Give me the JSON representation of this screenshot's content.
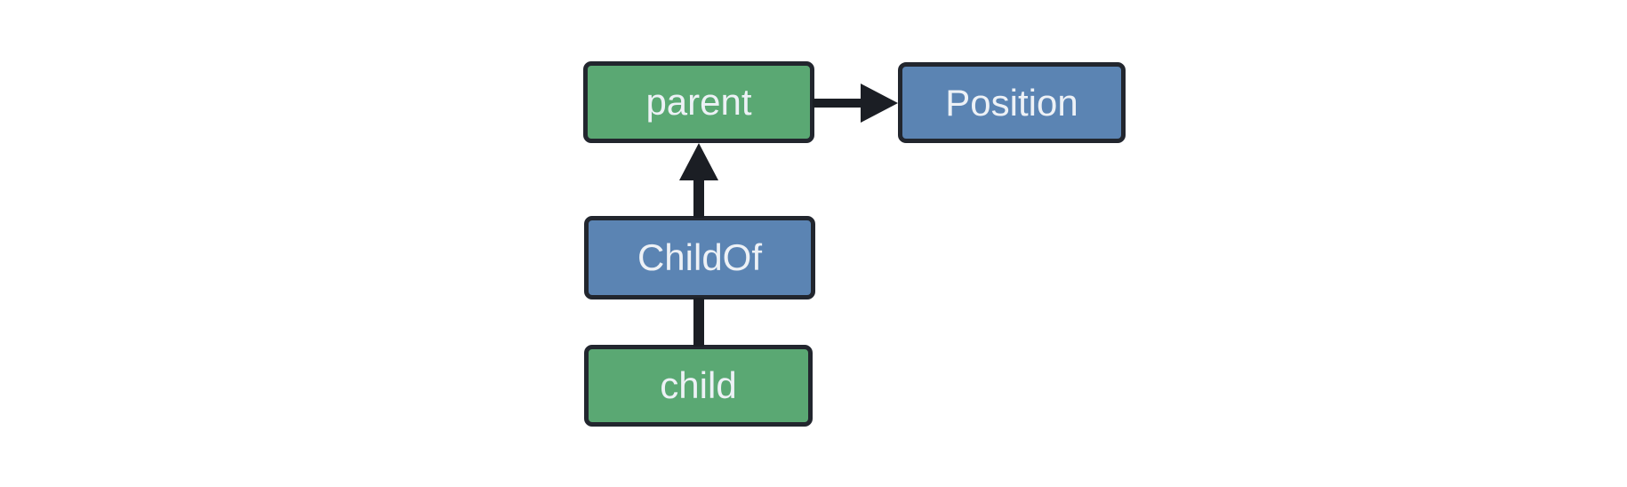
{
  "diagram": {
    "nodes": [
      {
        "id": "parent",
        "label": "parent",
        "kind": "entity"
      },
      {
        "id": "position",
        "label": "Position",
        "kind": "component"
      },
      {
        "id": "childof",
        "label": "ChildOf",
        "kind": "relationship"
      },
      {
        "id": "child",
        "label": "child",
        "kind": "entity"
      }
    ],
    "edges": [
      {
        "from": "parent",
        "to": "position",
        "style": "arrow",
        "direction": "right"
      },
      {
        "from": "childof",
        "to": "parent",
        "style": "arrow",
        "direction": "up"
      },
      {
        "from": "child",
        "to": "childof",
        "style": "line",
        "direction": "up"
      }
    ],
    "colors": {
      "entity": "#5aa873",
      "component": "#5b84b3",
      "border": "#22262e",
      "arrow": "#1b1e24",
      "text": "#edf1f6",
      "background": "#ffffff"
    }
  }
}
